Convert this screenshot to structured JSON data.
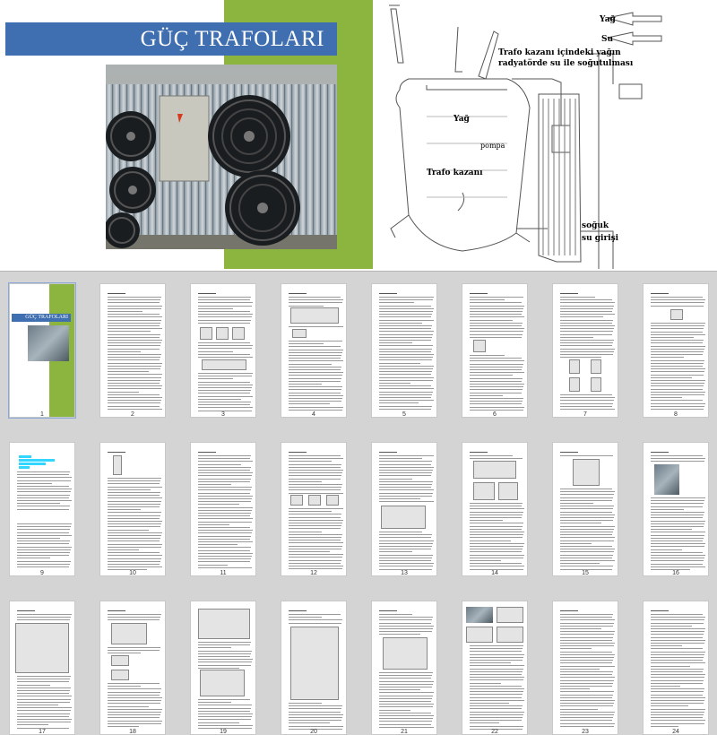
{
  "cover": {
    "title": "GÜÇ TRAFOLARI"
  },
  "diagram": {
    "label_yag_right": "Yağ",
    "label_su": "Su",
    "caption": "Trafo kazanı içindeki yağın",
    "caption2": "radyatörde su ile soğutulması",
    "label_yag": "Yağ",
    "label_pompa": "pompa",
    "label_trafo_kazani": "Trafo kazanı",
    "label_soguk": "soğuk",
    "label_su_girisi": "su girişi"
  },
  "thumbnails": {
    "pages": [
      "1",
      "2",
      "3",
      "4",
      "5",
      "6",
      "7",
      "8",
      "9",
      "10",
      "11",
      "12",
      "13",
      "14",
      "15",
      "16",
      "17",
      "18",
      "19",
      "20",
      "21",
      "22",
      "23",
      "24"
    ]
  },
  "colors": {
    "accent_green": "#8cb53f",
    "banner_blue": "#3f6fb0"
  }
}
